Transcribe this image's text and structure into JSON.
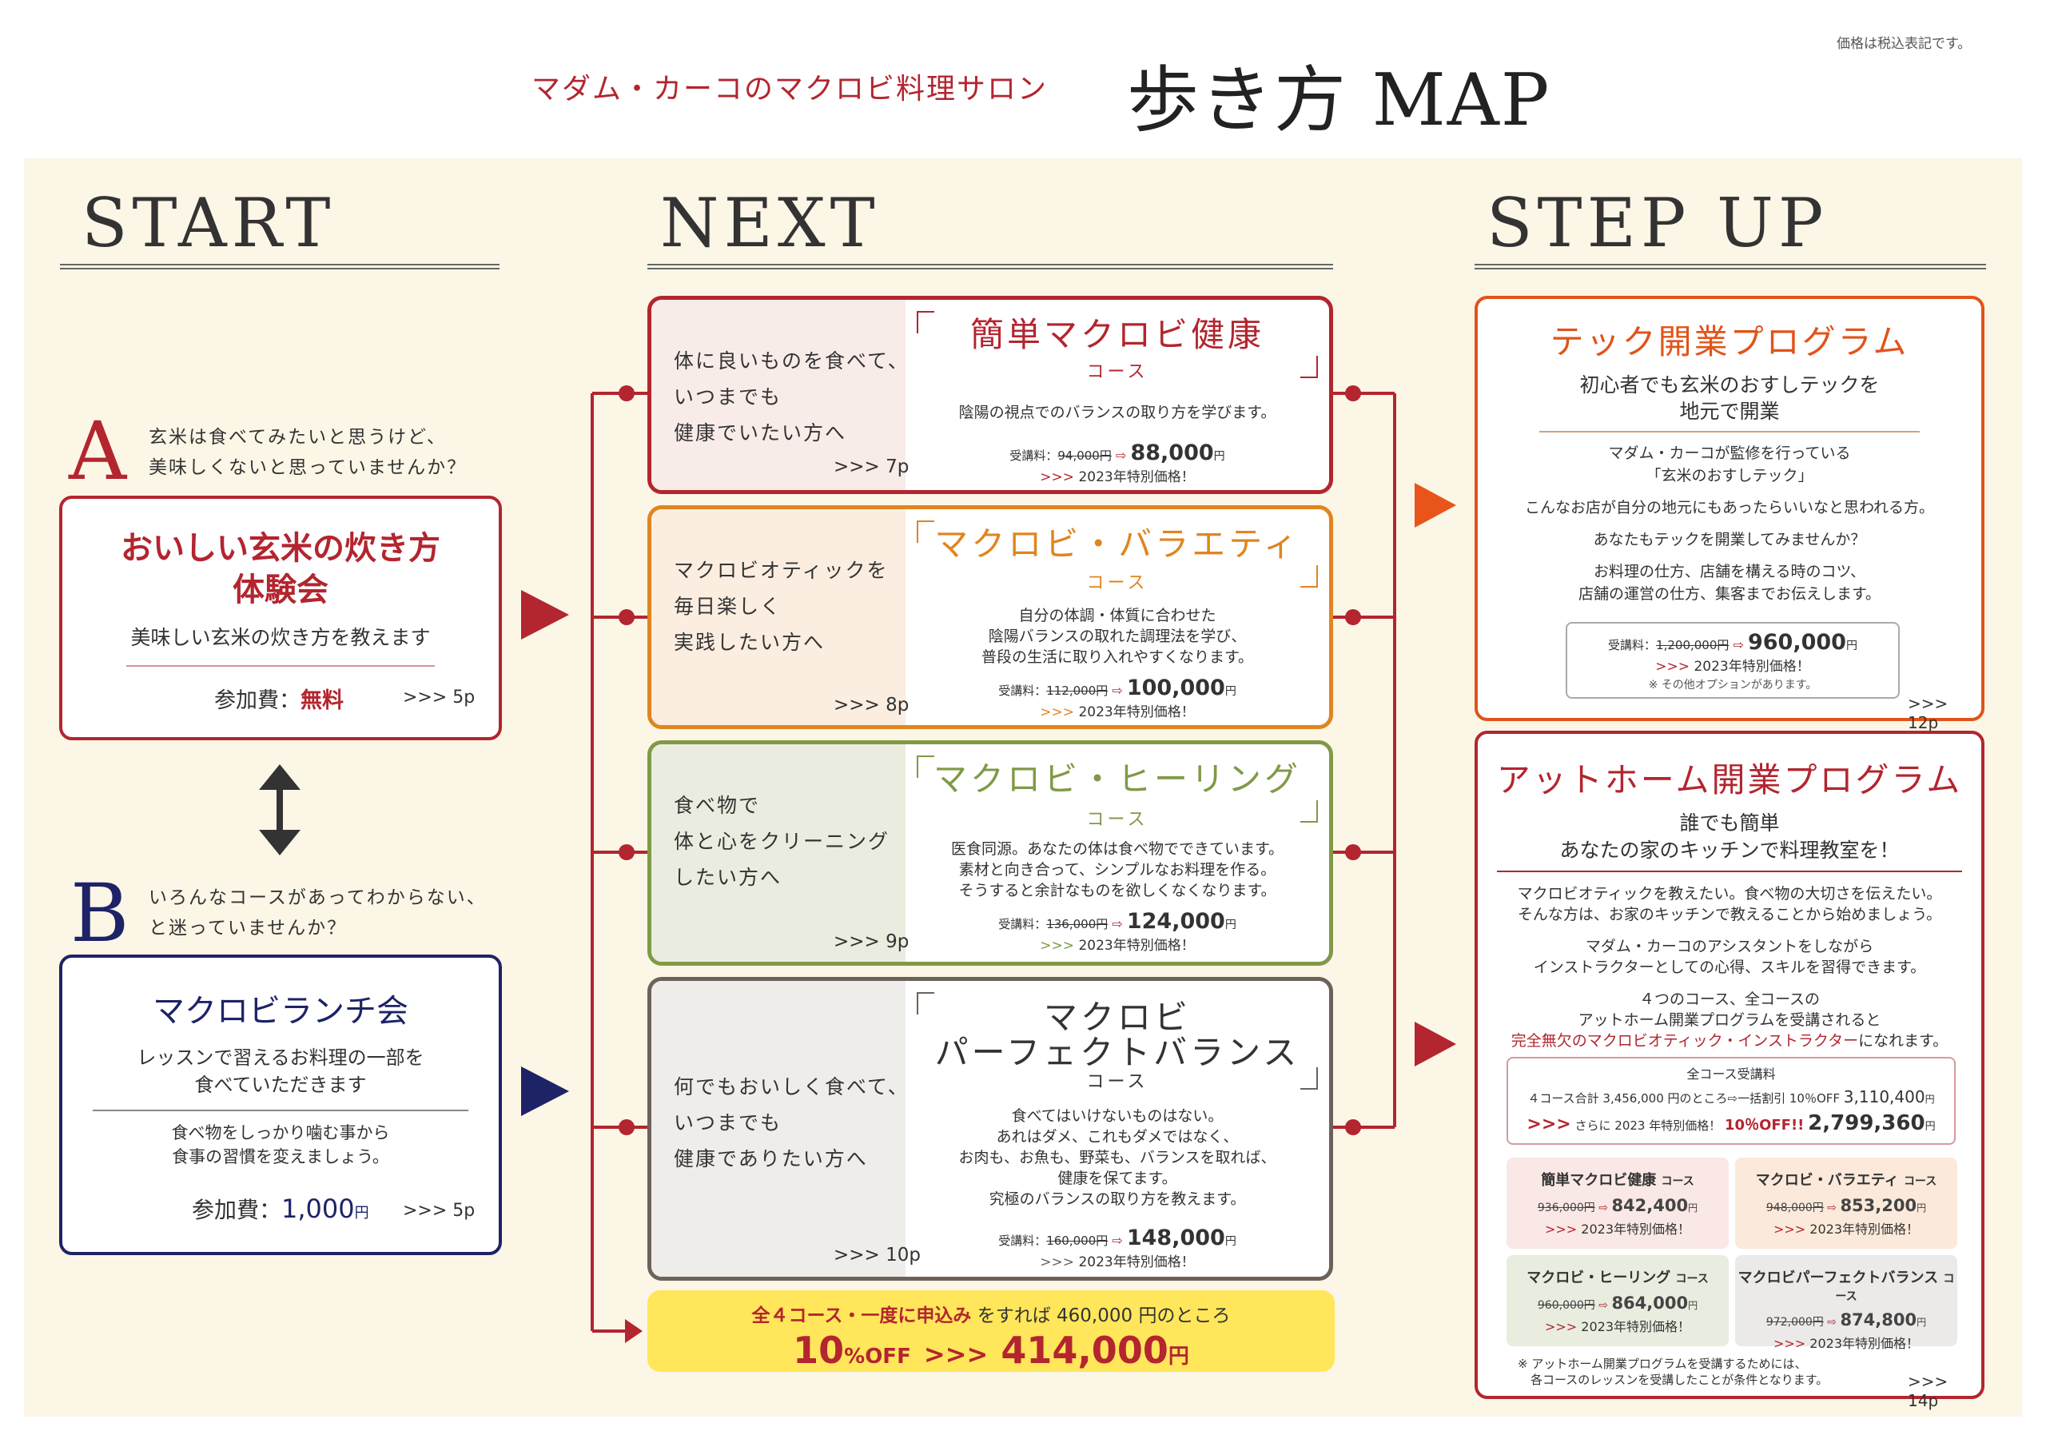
{
  "header": {
    "note": "価格は税込表記です。",
    "subtitle": "マダム・カーコのマクロビ料理サロン",
    "title": "歩き方 MAP"
  },
  "columns": {
    "start": "START",
    "next": "NEXT",
    "stepup": "STEP UP"
  },
  "start": {
    "a": {
      "letter": "A",
      "question_1": "玄米は食べてみたいと思うけど、",
      "question_2": "美味しくないと思っていませんか？",
      "title_1": "おいしい玄米の炊き方",
      "title_2": "体験会",
      "desc": "美味しい玄米の炊き方を教えます",
      "fee_label": "参加費：",
      "fee_value": "無料",
      "page": ">>> 5p"
    },
    "b": {
      "letter": "B",
      "question_1": "いろんなコースがあってわからない、",
      "question_2": "と迷っていませんか？",
      "title": "マクロビランチ会",
      "desc_1": "レッスンで習えるお料理の一部を",
      "desc_2": "食べていただきます",
      "desc_3": "食べ物をしっかり噛む事から",
      "desc_4": "食事の習慣を変えましょう。",
      "fee_label": "参加費：",
      "fee_value": "1,000",
      "fee_unit": "円",
      "page": ">>> 5p"
    }
  },
  "courses": [
    {
      "left_1": "体に良いものを食べて、",
      "left_2": "いつまでも",
      "left_3": "健康でいたい方へ",
      "page": ">>> 7p",
      "title_1": "簡単マクロビ健康",
      "title_2": "",
      "sub": "コース",
      "desc_1": "陰陽の視点でのバランスの取り方を学びます。",
      "desc_2": "",
      "desc_3": "",
      "desc_4": "",
      "desc_5": "",
      "fee_label": "受講料：",
      "old_price": "94,000円",
      "new_price": "88,000",
      "unit": "円",
      "special": "2023年特別価格！",
      "color": "#b3252f",
      "bg": "#f8ece9"
    },
    {
      "left_1": "マクロビオティックを",
      "left_2": "毎日楽しく",
      "left_3": "実践したい方へ",
      "page": ">>> 8p",
      "title_1": "マクロビ・バラエティ",
      "title_2": "",
      "sub": "コース",
      "desc_1": "自分の体調・体質に合わせた",
      "desc_2": "陰陽バランスの取れた調理法を学び、",
      "desc_3": "普段の生活に取り入れやすくなります。",
      "desc_4": "",
      "desc_5": "",
      "fee_label": "受講料：",
      "old_price": "112,000円",
      "new_price": "100,000",
      "unit": "円",
      "special": "2023年特別価格！",
      "color": "#e0851f",
      "bg": "#fbeee0"
    },
    {
      "left_1": "食べ物で",
      "left_2": "体と心をクリーニング",
      "left_3": "したい方へ",
      "page": ">>> 9p",
      "title_1": "マクロビ・ヒーリング",
      "title_2": "",
      "sub": "コース",
      "desc_1": "医食同源。あなたの体は食べ物でできています。",
      "desc_2": "素材と向き合って、シンプルなお料理を作る。",
      "desc_3": "そうすると余計なものを欲しくなくなります。",
      "desc_4": "",
      "desc_5": "",
      "fee_label": "受講料：",
      "old_price": "136,000円",
      "new_price": "124,000",
      "unit": "円",
      "special": "2023年特別価格！",
      "color": "#7f9a46",
      "bg": "#eaecdf"
    },
    {
      "left_1": "何でもおいしく食べて、",
      "left_2": "いつまでも",
      "left_3": "健康でありたい方へ",
      "page": ">>> 10p",
      "title_1": "マクロビ",
      "title_2": "パーフェクトバランス",
      "sub": "コース",
      "desc_1": "食べてはいけないものはない。",
      "desc_2": "あれはダメ、これもダメではなく、",
      "desc_3": "お肉も、お魚も、野菜も、バランスを取れば、",
      "desc_4": "健康を保てます。",
      "desc_5": "究極のバランスの取り方を教えます。",
      "fee_label": "受講料：",
      "old_price": "160,000円",
      "new_price": "148,000",
      "unit": "円",
      "special": "2023年特別価格！",
      "color": "#6d625a",
      "bg": "#efedea"
    }
  ],
  "bundle": {
    "line1_a": "全４コース・一度に申込み",
    "line1_b": "をすれば 460,000 円のところ",
    "pct": "10",
    "pct_unit": "%OFF",
    "arrow": ">>>",
    "price": "414,000",
    "unit": "円"
  },
  "tech": {
    "title": "テック開業プログラム",
    "lead_1": "初心者でも玄米のおすしテックを",
    "lead_2": "地元で開業",
    "p1": "マダム・カーコが監修を行っている",
    "p2": "「玄米のおすしテック」",
    "p3": "こんなお店が自分の地元にもあったらいいなと思われる方。",
    "p4": "あなたもテックを開業してみませんか？",
    "p5": "お料理の仕方、店舗を構える時のコツ、",
    "p6": "店舗の運営の仕方、集客までお伝えします。",
    "fee_label": "受講料：",
    "old_price": "1,200,000円",
    "new_price": "960,000",
    "unit": "円",
    "special": "2023年特別価格！",
    "option": "※ その他オプションがあります。",
    "page": ">>> 12p"
  },
  "athome": {
    "title": "アットホーム開業プログラム",
    "lead_1": "誰でも簡単",
    "lead_2": "あなたの家のキッチンで料理教室を！",
    "p1": "マクロビオティックを教えたい。食べ物の大切さを伝えたい。",
    "p2": "そんな方は、お家のキッチンで教えることから始めましょう。",
    "p3": "マダム・カーコのアシスタントをしながら",
    "p4": "インストラクターとしての心得、スキルを習得できます。",
    "p5": "４つのコース、全コースの",
    "p6": "アットホーム開業プログラムを受講されると",
    "p7_red": "完全無欠のマクロビオティック・インストラクター",
    "p7_rest": "になれます。",
    "box_title": "全コース受講料",
    "box_line": "４コース合計 3,456,000 円のところ⇨一括割引 10％OFF",
    "box_line_price": "3,110,400",
    "box_unit": "円",
    "box_special": "さらに 2023 年特別価格！",
    "box_pct": "10％OFF!!",
    "box_final": "2,799,360",
    "mini": [
      {
        "title": "簡単マクロビ健康",
        "suffix": "コース",
        "old": "936,000円",
        "new": "842,400",
        "unit": "円",
        "special": "2023年特別価格！",
        "bg": "#f9e8e6"
      },
      {
        "title": "マクロビ・バラエティ",
        "suffix": "コース",
        "old": "948,000円",
        "new": "853,200",
        "unit": "円",
        "special": "2023年特別価格！",
        "bg": "#fbeadb"
      },
      {
        "title": "マクロビ・ヒーリング",
        "suffix": "コース",
        "old": "960,000円",
        "new": "864,000",
        "unit": "円",
        "special": "2023年特別価格！",
        "bg": "#e9eddf"
      },
      {
        "title": "マクロビパーフェクトバランス",
        "suffix": "コース",
        "old": "972,000円",
        "new": "874,800",
        "unit": "円",
        "special": "2023年特別価格！",
        "bg": "#eceae8"
      }
    ],
    "note_1": "※ アットホーム開業プログラムを受講するためには、",
    "note_2": "各コースのレッスンを受講したことが条件となります。",
    "page": ">>> 14p"
  },
  "colors": {
    "red": "#b3252f",
    "navy": "#1d2366",
    "orange": "#e0851f",
    "green": "#7f9a46",
    "gray": "#6d625a",
    "yellow": "#ffe65a",
    "bright_orange": "#e8541a",
    "panel": "#fbf6e6"
  }
}
